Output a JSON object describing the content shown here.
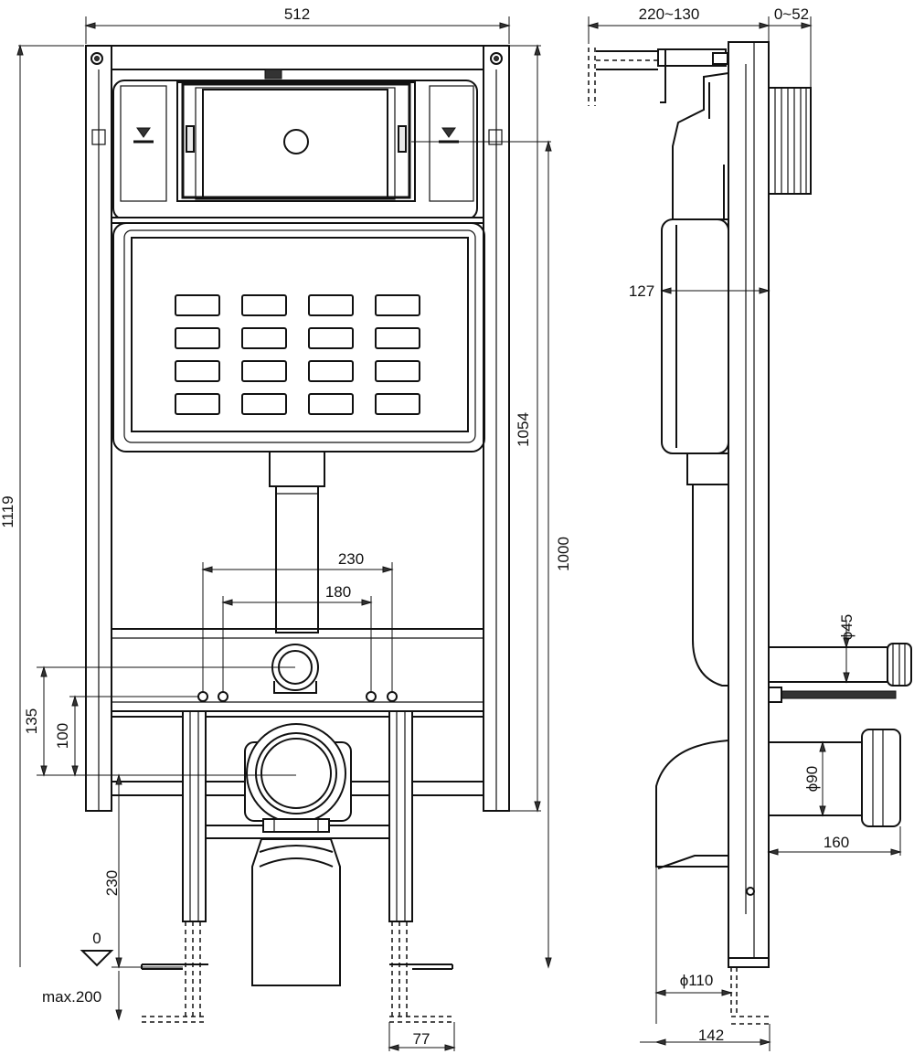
{
  "front_view": {
    "width_label": "512",
    "total_height_label": "1119",
    "frame_height_label": "1054",
    "height_1000_label": "1000",
    "spacing_230_label": "230",
    "spacing_180_label": "180",
    "height_135_label": "135",
    "height_100_label": "100",
    "height_230_label": "230",
    "floor_zero_label": "0",
    "max_label": "max.200",
    "foot_width_label": "77"
  },
  "side_view": {
    "depth_range_label": "220~130",
    "offset_label": "0~52",
    "tank_depth_label": "127",
    "pipe_45_label": "ϕ45",
    "pipe_90_label": "ϕ90",
    "outlet_length_label": "160",
    "pipe_110_label": "ϕ110",
    "base_depth_label": "142"
  }
}
